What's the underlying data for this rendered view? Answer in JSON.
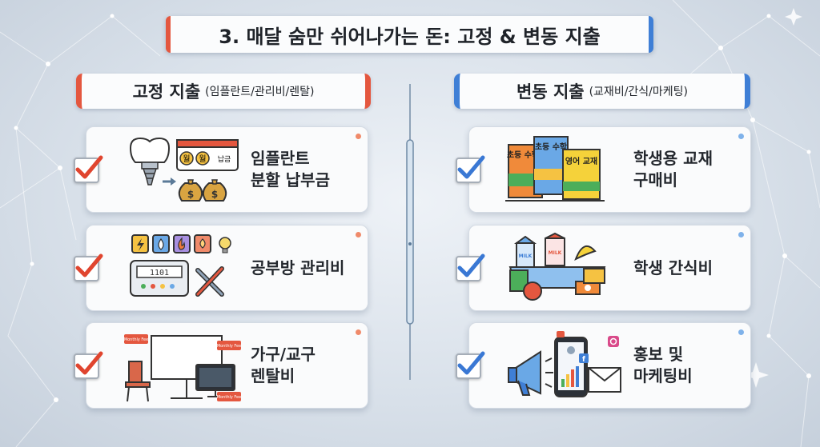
{
  "title": "3. 매달 숨만 쉬어나가는 돈: 고정 & 변동 지출",
  "fixed": {
    "header_main": "고정 지출",
    "header_sub": "(임플란트/관리비/렌탈)",
    "items": [
      {
        "lines": [
          "임플란트",
          "분할 납부금"
        ],
        "icon": "implant-payment-illustration",
        "tags": [
          "월",
          "월",
          "납금"
        ]
      },
      {
        "lines": [
          "공부방 관리비"
        ],
        "icon": "utilities-meter-illustration",
        "meter": "1101"
      },
      {
        "lines": [
          "가구/교구",
          "렌탈비"
        ],
        "icon": "furniture-rental-illustration",
        "tags": [
          "Monthly Fee",
          "Monthly Fee",
          "Monthly Fee"
        ]
      }
    ]
  },
  "variable": {
    "header_main": "변동 지출",
    "header_sub": "(교재비/간식/마케팅)",
    "items": [
      {
        "lines": [
          "학생용 교재",
          "구매비"
        ],
        "icon": "textbooks-illustration",
        "book_texts": [
          "초등 수학",
          "초등 수학",
          "영어 교재"
        ]
      },
      {
        "lines": [
          "학생 간식비"
        ],
        "icon": "snacks-illustration",
        "milk_text": "MILK"
      },
      {
        "lines": [
          "홍보 및",
          "마케팅비"
        ],
        "icon": "marketing-illustration"
      }
    ]
  },
  "colors": {
    "fixed_accent": "#e4573f",
    "variable_accent": "#3f7fd6",
    "check_red": "#e0452f",
    "check_blue": "#3a78d4"
  }
}
